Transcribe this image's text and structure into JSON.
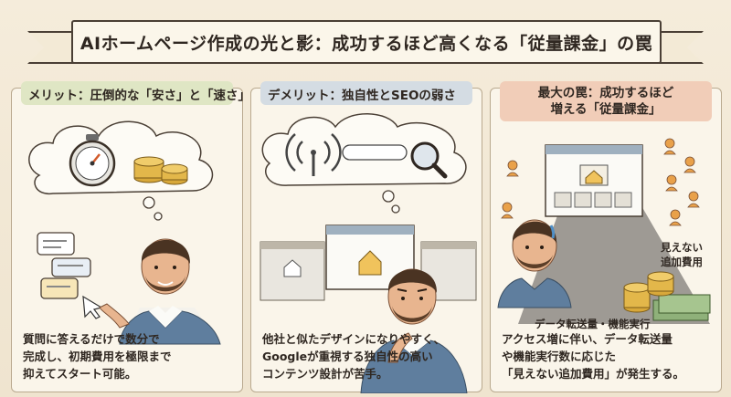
{
  "header": {
    "title": "AIホームページ作成の光と影：成功するほど高くなる「従量課金」の罠"
  },
  "panels": [
    {
      "heading": "メリット：圧倒的な「安さ」と「速さ」",
      "caption_lines": [
        "質問に答えるだけで数分で",
        "完成し、初期費用を極限まで",
        "抑えてスタート可能。"
      ]
    },
    {
      "heading": "デメリット：独自性とSEOの弱さ",
      "caption_lines": [
        "他社と似たデザインになりやすく、",
        "Googleが重視する独自性の高い",
        "コンテンツ設計が苦手。"
      ]
    },
    {
      "heading_lines": [
        "最大の罠：成功するほど",
        "増える「従量課金」"
      ],
      "caption_lines": [
        "アクセス増に伴い、データ転送量",
        "や機能実行数に応じた",
        "「見えない追加費用」が発生する。"
      ],
      "label_hidden_cost": [
        "見えない",
        "追加費用"
      ],
      "label_data_transfer": "データ転送量・機能実行"
    }
  ],
  "colors": {
    "tag_merit": "#dfe6c4",
    "tag_demerit": "#d4dce3",
    "tag_trap": "#f1cdb8"
  }
}
